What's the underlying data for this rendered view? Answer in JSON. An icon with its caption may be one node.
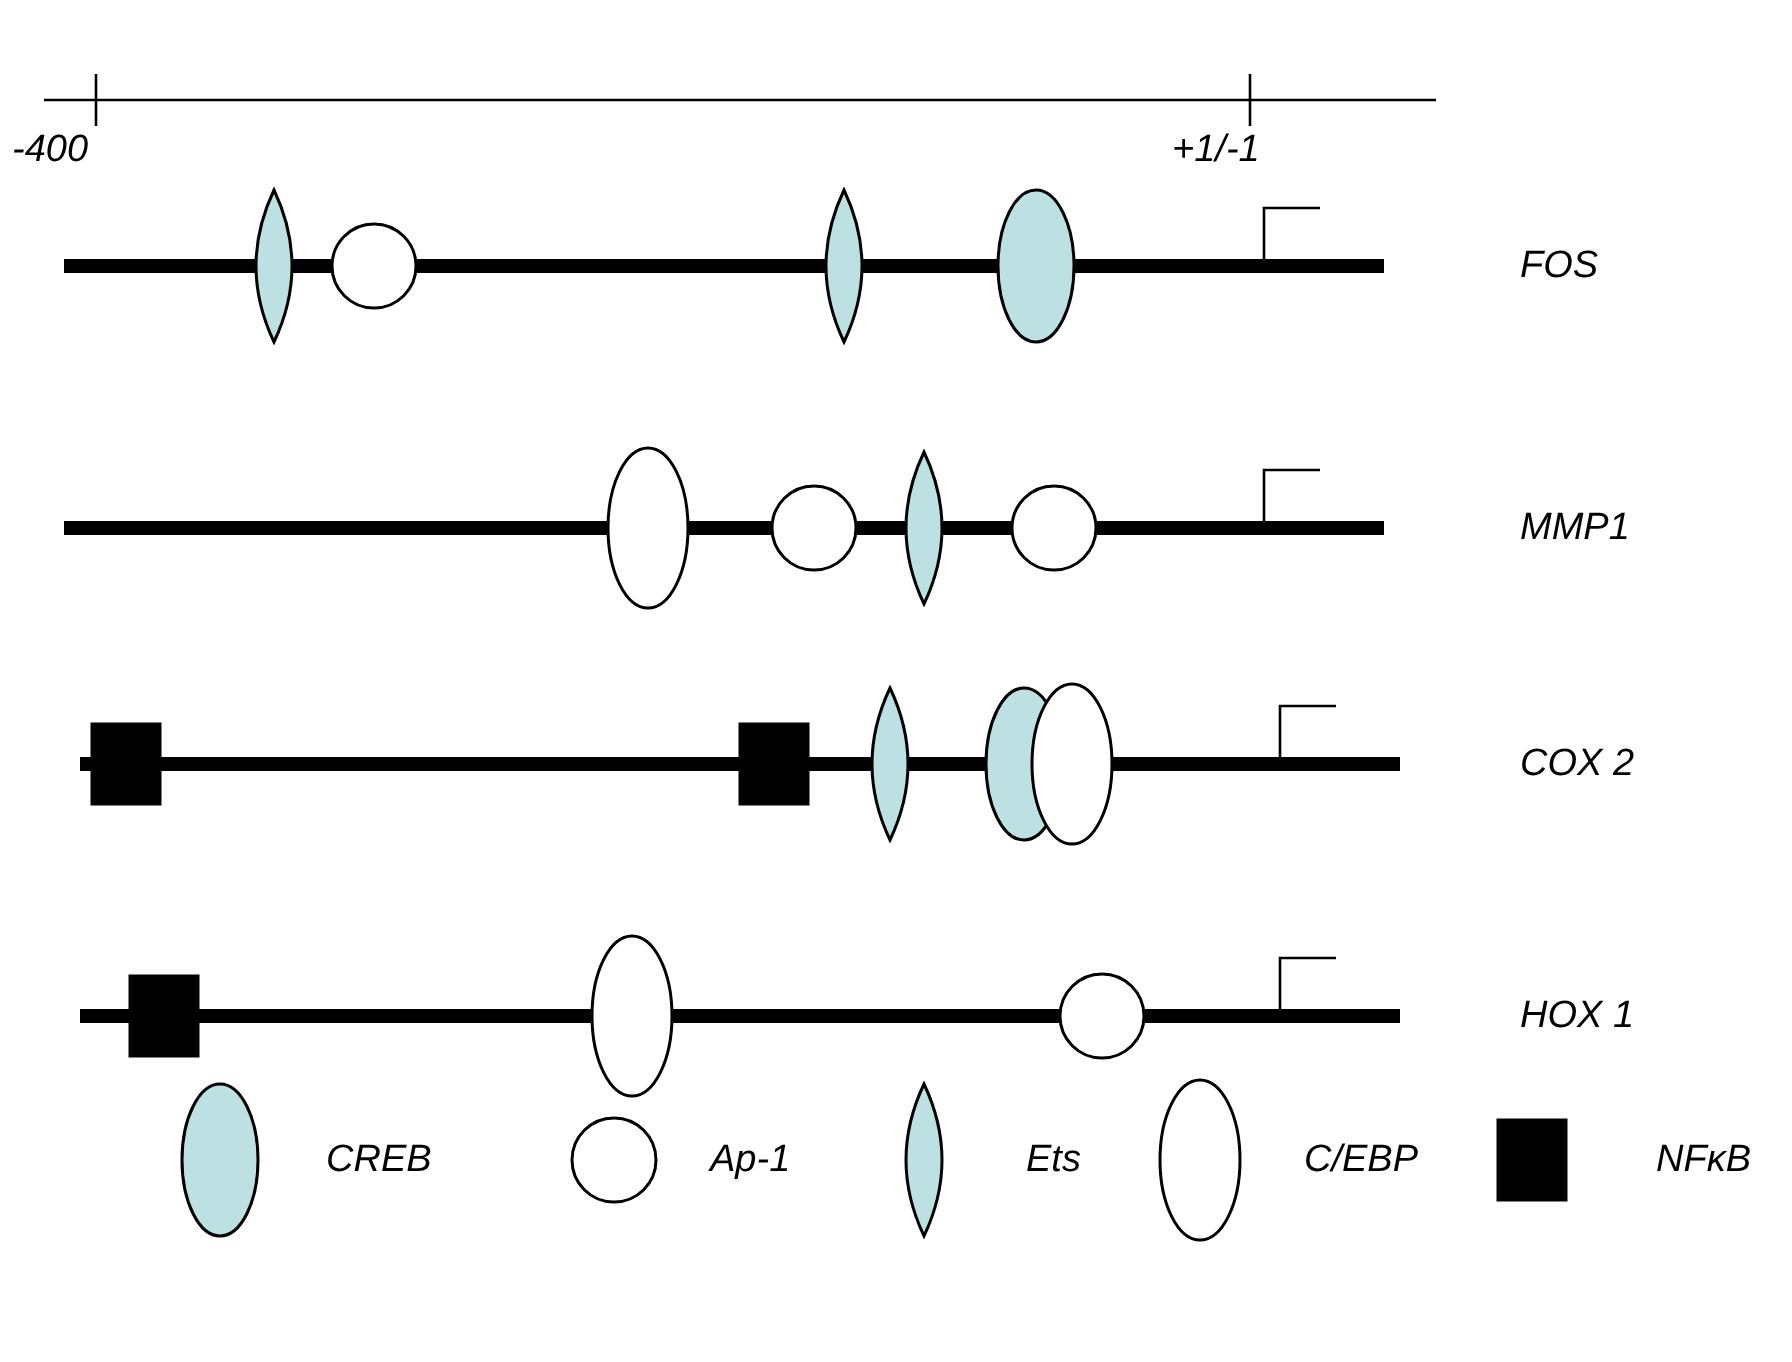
{
  "diagram": {
    "labels": [
      "-400",
      "+1/-1",
      "FOS",
      "MMP1",
      "COX 2",
      "HOX 1"
    ],
    "legend": [
      {
        "text": "CREB"
      },
      {
        "text": "Ap-1"
      },
      {
        "text": "Ets"
      },
      {
        "text": "C/EBP"
      },
      {
        "text": "NFκB"
      }
    ]
  }
}
